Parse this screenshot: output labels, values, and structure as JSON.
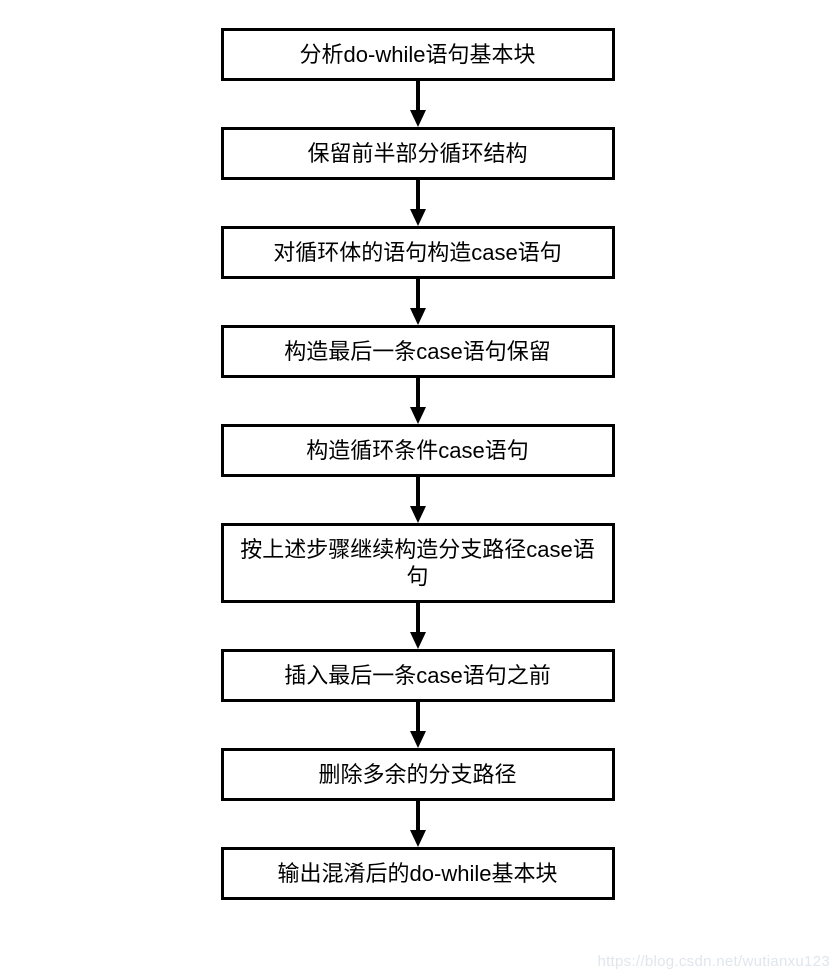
{
  "flowchart": {
    "steps": [
      {
        "label": "分析do-while语句基本块"
      },
      {
        "label": "保留前半部分循环结构"
      },
      {
        "label": "对循环体的语句构造case语句"
      },
      {
        "label": "构造最后一条case语句保留"
      },
      {
        "label": "构造循环条件case语句"
      },
      {
        "label": "按上述步骤继续构造分支路径case语句"
      },
      {
        "label": "插入最后一条case语句之前"
      },
      {
        "label": "删除多余的分支路径"
      },
      {
        "label": "输出混淆后的do-while基本块"
      }
    ]
  },
  "watermark": {
    "text": "https://blog.csdn.net/wutianxu123"
  },
  "colors": {
    "box_border": "#000000",
    "arrow": "#000000",
    "background": "#ffffff",
    "watermark_text": "#e0e6ee"
  }
}
